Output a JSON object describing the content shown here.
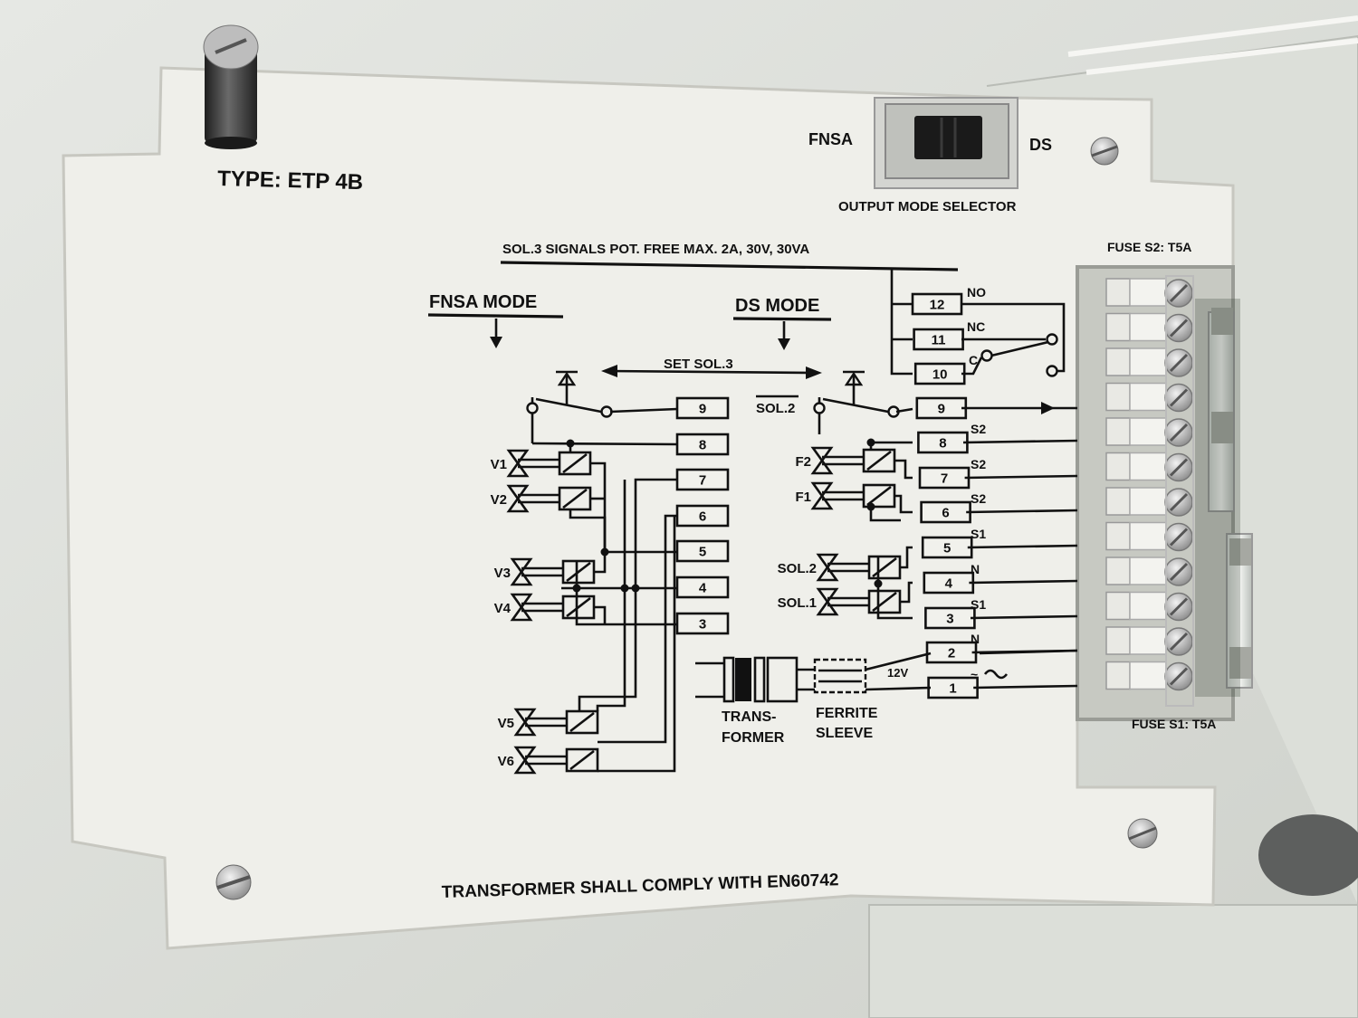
{
  "type_label": "TYPE: ETP 4B",
  "mode_switch": {
    "left_label": "FNSA",
    "right_label": "DS",
    "caption": "OUTPUT MODE SELECTOR"
  },
  "signals_note": "SOL.3  SIGNALS  POT.  FREE  MAX.  2A,  30V,  30VA",
  "fuse_top": "FUSE S2: T5A",
  "fuse_bottom": "FUSE S1: T5A",
  "fnsa_mode": "FNSA MODE",
  "ds_mode": "DS MODE",
  "set_sol3": "SET SOL.3",
  "sol2_bar": "SOL.2",
  "left_terminals": [
    "9",
    "8",
    "7",
    "6",
    "5",
    "4",
    "3"
  ],
  "right_terminals": [
    "12",
    "11",
    "10",
    "9",
    "8",
    "7",
    "6",
    "5",
    "4",
    "3",
    "2",
    "1"
  ],
  "relay_contacts": {
    "no": "NO",
    "nc": "NC",
    "c": "C"
  },
  "signal_labels": [
    "S2",
    "S2",
    "S2",
    "S1",
    "N",
    "S1",
    "N",
    "~"
  ],
  "voltage": "12V",
  "valves_left": [
    "V1",
    "V2",
    "V3",
    "V4",
    "V5",
    "V6"
  ],
  "valves_right": [
    "F2",
    "F1",
    "SOL.2",
    "SOL.1"
  ],
  "transformer": [
    "TRANS-",
    "FORMER"
  ],
  "ferrite": [
    "FERRITE",
    "SLEEVE"
  ],
  "compliance": "TRANSFORMER SHALL COMPLY WITH EN60742"
}
